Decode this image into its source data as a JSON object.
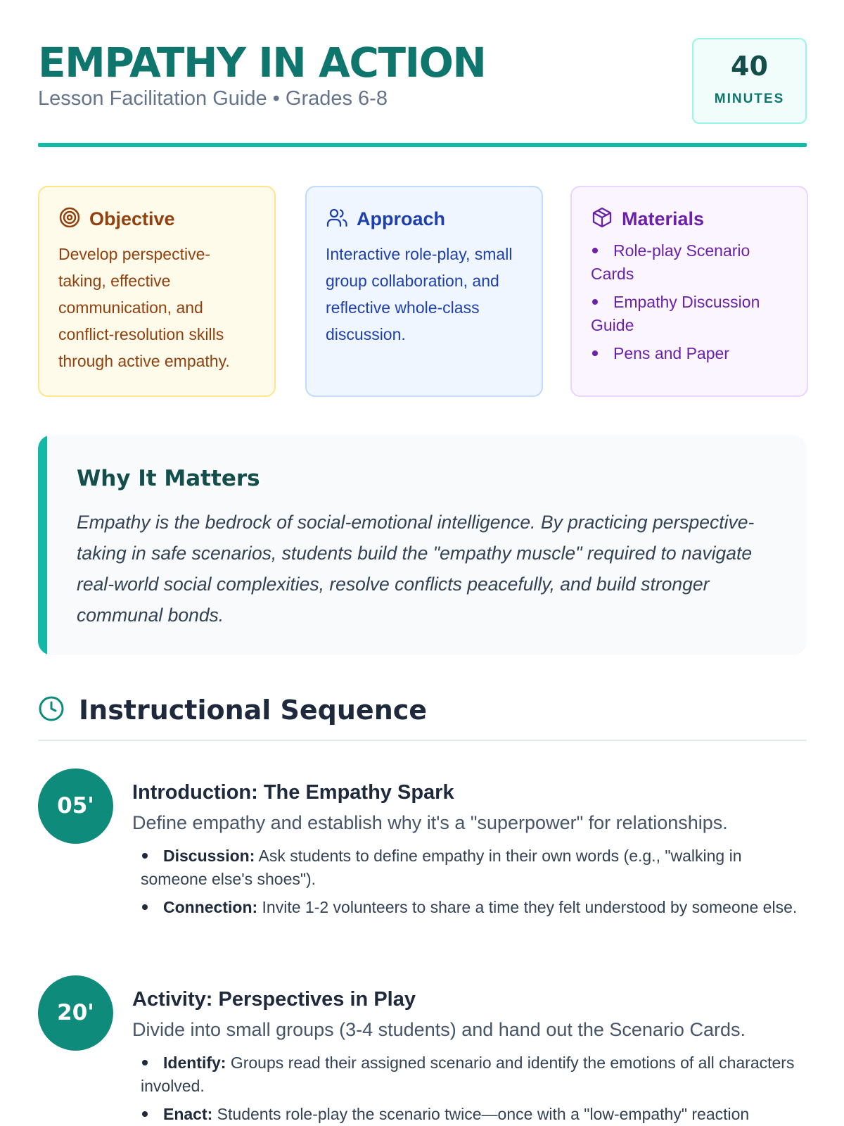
{
  "header": {
    "title": "EMPATHY IN ACTION",
    "subtitle": "Lesson Facilitation Guide • Grades 6-8",
    "duration_value": "40",
    "duration_unit": "MINUTES"
  },
  "cards": {
    "objective": {
      "icon": "target-icon",
      "title": "Objective",
      "body": "Develop perspective-taking, effective communication, and conflict-resolution skills through active empathy.",
      "color": "#92400e"
    },
    "approach": {
      "icon": "users-icon",
      "title": "Approach",
      "body": "Interactive role-play, small group collaboration, and reflective whole-class discussion.",
      "color": "#1e40af"
    },
    "materials": {
      "icon": "package-icon",
      "title": "Materials",
      "items": [
        "Role-play Scenario Cards",
        "Empathy Discussion Guide",
        "Pens and Paper"
      ],
      "color": "#6b21a8"
    }
  },
  "why": {
    "title": "Why It Matters",
    "text": "Empathy is the bedrock of social-emotional intelligence. By practicing perspective-taking in safe scenarios, students build the \"empathy muscle\" required to navigate real-world social complexities, resolve conflicts peacefully, and build stronger communal bonds."
  },
  "sequence": {
    "icon": "clock-icon",
    "title": "Instructional Sequence",
    "steps": [
      {
        "badge": "05'",
        "title": "Introduction: The Empathy Spark",
        "desc": "Define empathy and establish why it's a \"superpower\" for relationships.",
        "items": [
          {
            "label": "Discussion:",
            "text": " Ask students to define empathy in their own words (e.g., \"walking in someone else's shoes\")."
          },
          {
            "label": "Connection:",
            "text": " Invite 1-2 volunteers to share a time they felt understood by someone else."
          }
        ]
      },
      {
        "badge": "20'",
        "title": "Activity: Perspectives in Play",
        "desc": "Divide into small groups (3-4 students) and hand out the Scenario Cards.",
        "items": [
          {
            "label": "Identify:",
            "text": " Groups read their assigned scenario and identify the emotions of all characters involved."
          },
          {
            "label": "Enact:",
            "text": " Students role-play the scenario twice—once with a \"low-empathy\" reaction"
          }
        ]
      }
    ]
  },
  "colors": {
    "accent": "#14b8a6",
    "brand": "#0f766e",
    "badge": "#0f8b7b"
  }
}
